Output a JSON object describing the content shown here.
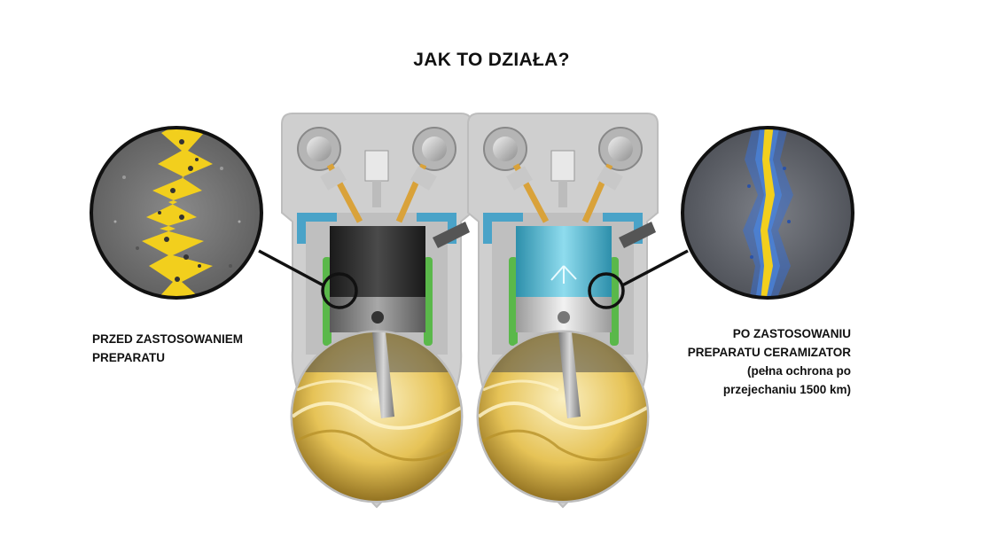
{
  "title": "JAK TO DZIAŁA?",
  "before": {
    "line1": "PRZED ZASTOSOWANIEM",
    "line2": "PREPARATU"
  },
  "after": {
    "line1": "PO ZASTOSOWANIU",
    "line2": "PREPARATU CERAMIZATOR",
    "line3": "(pełna ochrona po",
    "line4": "przejechaniu 1500 km)"
  },
  "colors": {
    "background": "#ffffff",
    "engine_block": "#c9c9c9",
    "piston_before": "#2b2b2b",
    "piston_after": "#5cc6dc",
    "oil": "#e8c85a",
    "crack_yellow": "#f2cf1d",
    "cooling_green": "#5ab84a",
    "coolant_blue": "#4aa3c8",
    "ceramic_blue": "#3a6fd0"
  }
}
